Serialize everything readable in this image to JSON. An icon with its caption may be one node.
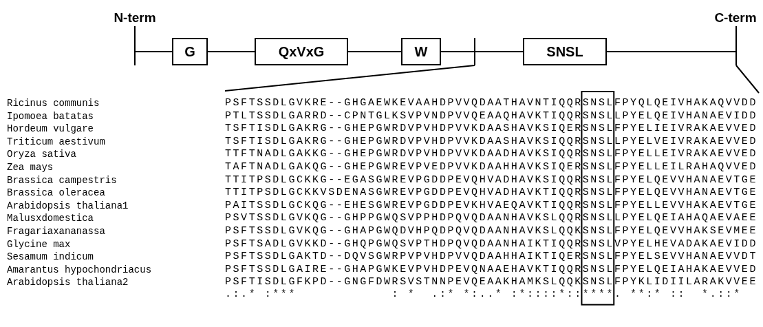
{
  "diagram": {
    "nodes": [
      {
        "text": [
          "N-term"
        ]
      },
      {
        "text": [
          "G"
        ]
      },
      {
        "text": [
          "QxVxG"
        ]
      },
      {
        "text": [
          "W"
        ]
      },
      {
        "text": [
          "SNSL"
        ]
      },
      {
        "text": [
          "C-term"
        ]
      }
    ],
    "edges": [
      {
        "from": 0,
        "to": 1,
        "arrow": "none"
      },
      {
        "from": 1,
        "to": 2,
        "arrow": "none"
      },
      {
        "from": 2,
        "to": 3,
        "arrow": "none"
      },
      {
        "from": 3,
        "to": 4,
        "arrow": "none"
      },
      {
        "from": 4,
        "to": 5,
        "arrow": "none"
      }
    ],
    "labels": [
      "Ricinus communis",
      "PSFTSSDLGVKRE--GHGAEWKEVAAHDPVVQDAATHAVNTIQQRSNSLFPYQLQEIVHAKAQVVDD",
      "Ipomoea batatas",
      "PTLTSSDLGARRD--CPNTGLKSVPVNDPVVQEAAQHAVKTIQQRSNSLLPYELQEIVHANAEVIDD",
      "Hordeum vulgare",
      "TSFTISDLGAKRG--GHEPGWRDVPVHDPVVKDAASHAVKSIQERSNSLFPYELIEIVRAKAEVVED",
      "Triticum aestivum",
      "TSFTISDLGAKRG--GHEPGWRDVPVHDPVVKDAASHAVKSIQQRSNSLLPYELVEIVRAKAEVVED",
      "Oryza sativa",
      "TTFTNADLGAKKG--GHEPGWRDVPVHDPVVKDAADHAVKSIQQRSNSLFPYELLEIVRAKAEVVED",
      "Zea mays",
      "TAFTNADLGAKQG--GHEPGWREVPVEDPVVKDAAHHAVKSIQERSNSLFPYELLEILRAHAQVVED",
      "Brassica campestris",
      "TTITPSDLGCKKG--EGASGWREVPGDDPEVQHVADHAVKSIQQRSNSLFPYELQEVVHANAEVTGE",
      "Brassica oleracea",
      "TTITPSDLGCKKVSDENASGWREVPGDDPEVQHVADHAVKTIQQRSNSLFPYELQEVVHANAEVTGE",
      "Arabidopsis thaliana1",
      "PAITSSDLGCKQG--EHESGWREVPGDDPEVKHVAEQAVKTIQQRSNSLFPYELLEVVHAKAEVTGE",
      "Malusxdomestica",
      "PSVTSSDLGVKQG--GHPPGWQSVPPHDPQVQDAANHAVKSLQQRSNSLLPYELQEIAHAQAEVAEE",
      "Fragariaxananassa",
      "PSFTSSDLGVKQG--GHAPGWQDVHPQDPQVQDAANHAVKSLQQKSNSLFPYELQEVVHAKSEVMEE",
      "Glycine max",
      "PSFTSADLGVKKD--GHQPGWQSVPTHDPQVQDAANHAIKTIQQRSNSLVPYELHEVADAKAEVIDD",
      "Sesamum indicum",
      "PSFTSSDLGAKTD--DQVSGWRPVPVHDPVVQDAAHHAIKTIQERSNSLFPYELSEVVHANAEVVDT",
      "Amarantus hypochondriacus",
      "PSFTSSDLGAIRE--GHAPGWKEVPVHDPEVQNAAEHAVKTIQQRSNSLFPYELQEIAHAKAEVVED",
      "Arabidopsis thaliana2",
      "PSFTISDLGFKPD--GNGFDWRSVSTNNPEVQEAAKHAMKSLQQKSNSLFPYKLIDIILARAKVVEE",
      ".:.* :***            : *  .:* *:..* :*::::*::****. **:* ::  *.::*"
    ]
  }
}
